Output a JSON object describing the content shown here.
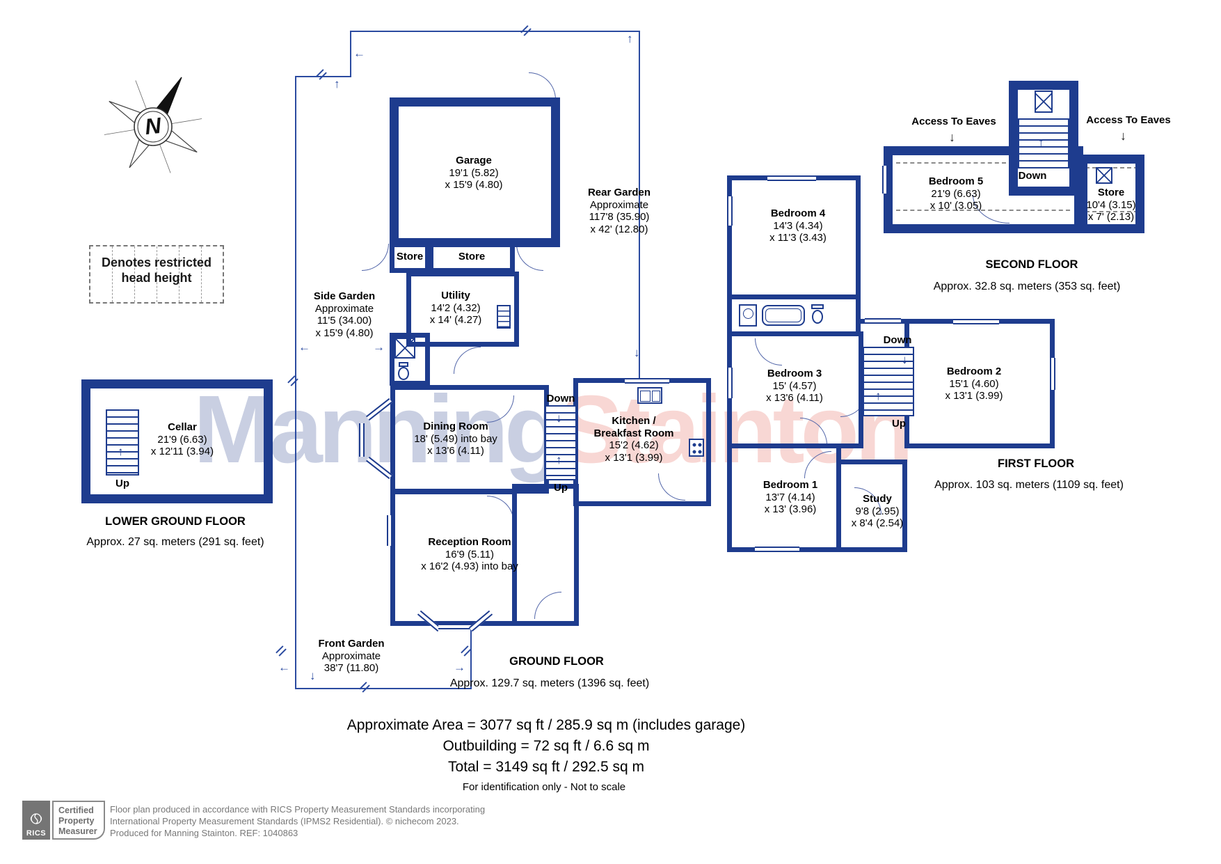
{
  "legend": {
    "line1": "Denotes restricted",
    "line2": "head height"
  },
  "compass": {
    "n": "N"
  },
  "watermark": {
    "part1": "Manning",
    "part2": "Stainton"
  },
  "floors": {
    "lower_ground": {
      "title": "LOWER GROUND FLOOR",
      "area": "Approx. 27 sq. meters (291 sq. feet)",
      "stairs": {
        "up": "Up"
      },
      "rooms": {
        "cellar": {
          "name": "Cellar",
          "dim1": "21'9 (6.63)",
          "dim2": "x 12'11 (3.94)"
        }
      }
    },
    "ground": {
      "title": "GROUND FLOOR",
      "area": "Approx. 129.7 sq. meters (1396 sq. feet)",
      "stairs": {
        "down": "Down",
        "up": "Up"
      },
      "rooms": {
        "garage": {
          "name": "Garage",
          "dim1": "19'1 (5.82)",
          "dim2": "x 15'9 (4.80)"
        },
        "store_left": {
          "name": "Store"
        },
        "store_right": {
          "name": "Store"
        },
        "utility": {
          "name": "Utility",
          "dim1": "14'2 (4.32)",
          "dim2": "x 14' (4.27)"
        },
        "dining_room": {
          "name": "Dining Room",
          "dim1": "18' (5.49) into bay",
          "dim2": "x 13'6 (4.11)"
        },
        "kitchen": {
          "name1": "Kitchen /",
          "name2": "Breakfast Room",
          "dim1": "15'2 (4.62)",
          "dim2": "x 13'1 (3.99)"
        },
        "reception_room": {
          "name": "Reception Room",
          "dim1": "16'9 (5.11)",
          "dim2": "x 16'2 (4.93) into bay"
        }
      },
      "gardens": {
        "rear": {
          "name": "Rear Garden",
          "note": "Approximate",
          "dim1": "117'8 (35.90)",
          "dim2": "x 42' (12.80)"
        },
        "side": {
          "name": "Side Garden",
          "note": "Approximate",
          "dim1": "11'5 (34.00)",
          "dim2": "x 15'9 (4.80)"
        },
        "front": {
          "name": "Front Garden",
          "note": "Approximate",
          "dim1": "38'7 (11.80)"
        }
      }
    },
    "first": {
      "title": "FIRST FLOOR",
      "area": "Approx. 103 sq. meters (1109 sq. feet)",
      "stairs": {
        "down": "Down",
        "up": "Up"
      },
      "rooms": {
        "bedroom4": {
          "name": "Bedroom 4",
          "dim1": "14'3 (4.34)",
          "dim2": "x 11'3 (3.43)"
        },
        "bedroom3": {
          "name": "Bedroom 3",
          "dim1": "15' (4.57)",
          "dim2": "x 13'6 (4.11)"
        },
        "bedroom2": {
          "name": "Bedroom 2",
          "dim1": "15'1 (4.60)",
          "dim2": "x 13'1 (3.99)"
        },
        "bedroom1": {
          "name": "Bedroom 1",
          "dim1": "13'7 (4.14)",
          "dim2": "x 13' (3.96)"
        },
        "study": {
          "name": "Study",
          "dim1": "9'8 (2.95)",
          "dim2": "x 8'4 (2.54)"
        }
      }
    },
    "second": {
      "title": "SECOND FLOOR",
      "area": "Approx. 32.8 sq. meters (353 sq. feet)",
      "stairs": {
        "down": "Down"
      },
      "access_left": "Access To Eaves",
      "access_right": "Access To Eaves",
      "rooms": {
        "bedroom5": {
          "name": "Bedroom 5",
          "dim1": "21'9 (6.63)",
          "dim2": "x 10' (3.05)"
        },
        "store": {
          "name": "Store",
          "dim1": "10'4 (3.15)",
          "dim2": "x 7' (2.13)"
        }
      }
    }
  },
  "summary": {
    "line1": "Approximate Area = 3077 sq ft / 285.9 sq m (includes garage)",
    "line2": "Outbuilding = 72 sq ft / 6.6 sq m",
    "line3": "Total = 3149 sq ft / 292.5 sq m",
    "note": "For identification only - Not to scale"
  },
  "footer": {
    "rics_label": "RICS",
    "badge": {
      "line1": "Certified",
      "line2": "Property",
      "line3": "Measurer"
    },
    "disclaimer_line1": "Floor plan produced in accordance with RICS Property Measurement Standards incorporating",
    "disclaimer_line2": "International Property Measurement Standards (IPMS2 Residential).  © nichecom 2023.",
    "disclaimer_line3": "Produced for Manning Stainton.   REF:  1040863"
  },
  "colors": {
    "wall": "#1e3c8e",
    "boundary": "#2b4ba0",
    "watermark_blue": "#c9cfe2",
    "watermark_pink": "#f8d7d4"
  }
}
